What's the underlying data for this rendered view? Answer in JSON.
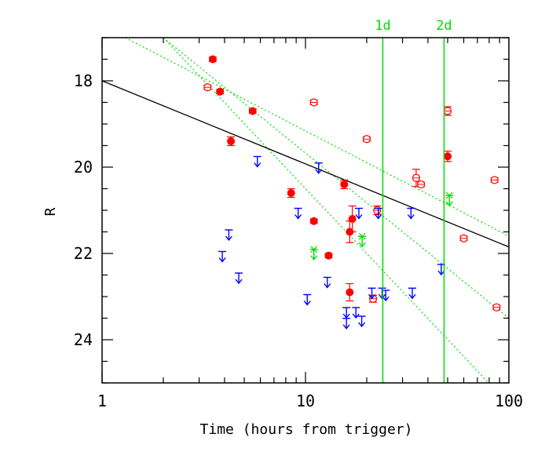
{
  "chart_data": {
    "type": "scatter",
    "title": "",
    "xlabel": "Time (hours from trigger)",
    "ylabel": "R",
    "xscale": "log",
    "xlim": [
      1,
      100
    ],
    "ylim": [
      25,
      17
    ],
    "y_inverted": true,
    "x_tick_labels": [
      "1",
      "10",
      "100"
    ],
    "x_ticks": [
      1,
      10,
      100
    ],
    "y_tick_labels": [
      "18",
      "20",
      "22",
      "24"
    ],
    "y_ticks": [
      18,
      20,
      22,
      24
    ],
    "grid": false,
    "legend": "none",
    "colors": {
      "detections": "#ff0000",
      "upper_limits_blue": "#0000ff",
      "upper_limits_green": "#00dd00",
      "fit_line": "#000000",
      "model_lines": "#00dd00",
      "reference_lines": "#00dd00"
    },
    "vertical_lines": [
      {
        "label": "1d",
        "x": 24
      },
      {
        "label": "2d",
        "x": 48
      }
    ],
    "fit_line": {
      "x": [
        1,
        100
      ],
      "y": [
        18.0,
        21.85
      ]
    },
    "model_lines": [
      {
        "x": [
          1.3,
          100
        ],
        "y": [
          17.0,
          21.6
        ]
      },
      {
        "x": [
          2.0,
          100
        ],
        "y": [
          17.0,
          23.5
        ]
      },
      {
        "x": [
          2.0,
          100
        ],
        "y": [
          17.0,
          25.5
        ]
      }
    ],
    "series": [
      {
        "marker": "filled-circle",
        "x": [
          3.5,
          3.8,
          4.3,
          5.5,
          8.5,
          11,
          13,
          15.5,
          16.5,
          16.5,
          17,
          50
        ],
        "y": [
          17.5,
          18.25,
          19.4,
          18.7,
          20.6,
          21.25,
          22.05,
          20.4,
          22.9,
          21.5,
          21.2,
          19.75
        ],
        "yerr": [
          0.05,
          0.05,
          0.1,
          0.05,
          0.1,
          0.05,
          0.05,
          0.1,
          0.2,
          0.25,
          0.3,
          0.12
        ]
      },
      {
        "marker": "open-circle",
        "x": [
          3.3,
          11,
          20,
          21.5,
          22.5,
          35,
          37,
          50,
          60,
          85,
          87
        ],
        "y": [
          18.15,
          18.5,
          19.35,
          23.05,
          21.0,
          20.25,
          20.4,
          18.7,
          21.65,
          20.3,
          23.25
        ],
        "yerr": [
          0.05,
          0.05,
          0.05,
          0.08,
          0.1,
          0.2,
          0.05,
          0.1,
          0.05,
          0.05,
          0.05
        ]
      },
      {
        "marker": "upper-limit-blue",
        "x": [
          3.9,
          4.2,
          4.7,
          5.8,
          9.2,
          10.2,
          11.6,
          12.8,
          15.9,
          15.9,
          17.7,
          18.3,
          18.9,
          21.2,
          22.8,
          23.8,
          24.8,
          33.0,
          33.5,
          46.5
        ],
        "y": [
          22.1,
          21.6,
          22.6,
          19.9,
          21.1,
          23.1,
          20.05,
          22.7,
          23.4,
          23.65,
          23.4,
          21.1,
          23.6,
          22.95,
          21.1,
          22.95,
          23.0,
          21.1,
          22.95,
          22.4
        ]
      },
      {
        "marker": "upper-limit-green",
        "x": [
          11.0,
          19.0,
          51.0
        ],
        "y": [
          22.05,
          21.75,
          20.8
        ]
      }
    ]
  }
}
